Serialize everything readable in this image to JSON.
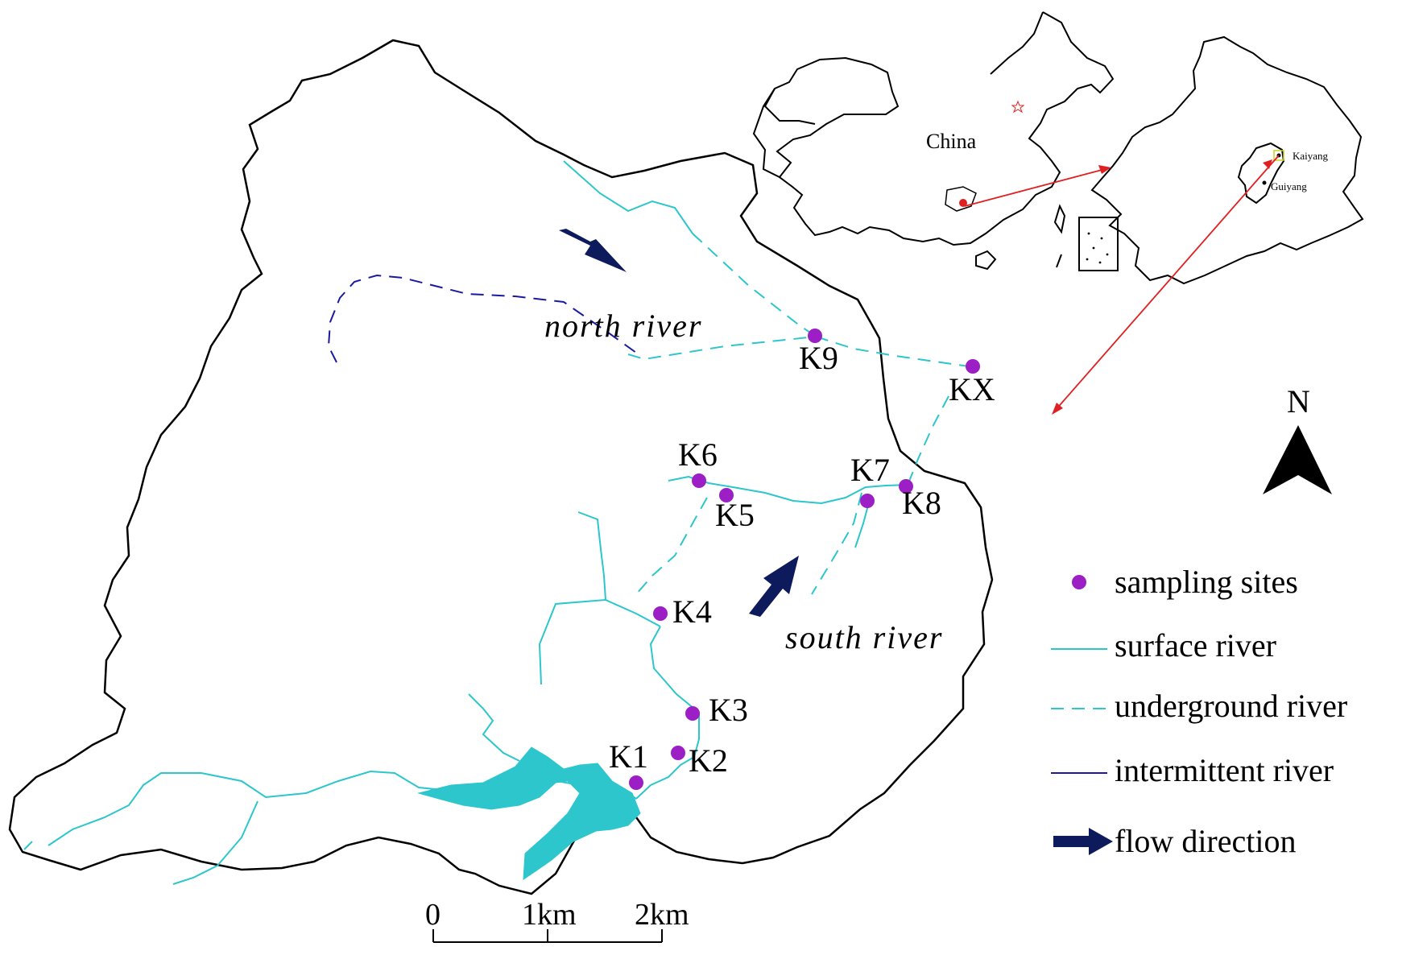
{
  "sites": [
    {
      "id": "K1",
      "label": "K1"
    },
    {
      "id": "K2",
      "label": "K2"
    },
    {
      "id": "K3",
      "label": "K3"
    },
    {
      "id": "K4",
      "label": "K4"
    },
    {
      "id": "K5",
      "label": "K5"
    },
    {
      "id": "K6",
      "label": "K6"
    },
    {
      "id": "K7",
      "label": "K7"
    },
    {
      "id": "K8",
      "label": "K8"
    },
    {
      "id": "K9",
      "label": "K9"
    },
    {
      "id": "KX",
      "label": "KX"
    }
  ],
  "rivers": {
    "north": "north river",
    "south": "south river"
  },
  "legend": {
    "sampling": "sampling sites",
    "surface": "surface river",
    "underground": "underground river",
    "intermittent": "intermittent river",
    "flow": "flow direction"
  },
  "north_arrow": {
    "label": "N"
  },
  "scale": {
    "zero": "0",
    "one": "1km",
    "two": "2km"
  },
  "inset": {
    "country": "China",
    "city_main": "Kaiyang",
    "city_other": "Guiyang"
  },
  "colors": {
    "site": "#9b1fc4",
    "surface": "#2cc6cc",
    "underground": "#2cc6cc",
    "intermittent": "#1a1aa0",
    "flow_arrow": "#0d1a5c",
    "locator": "#e02020",
    "boundary": "#000000"
  }
}
